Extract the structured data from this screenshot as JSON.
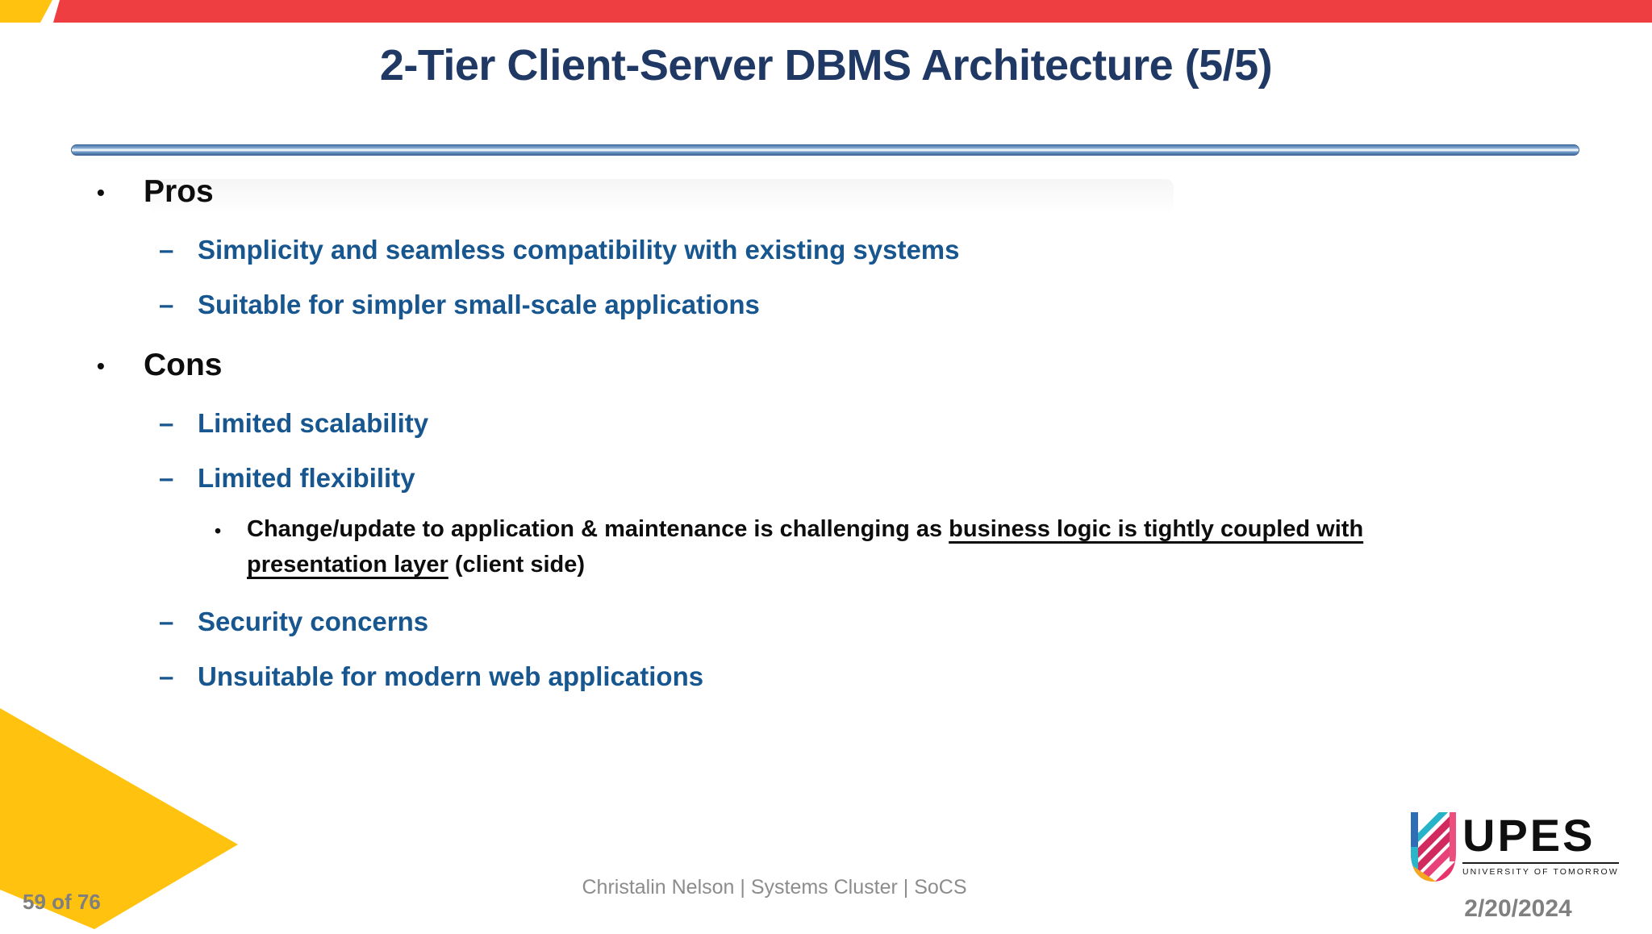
{
  "slide": {
    "title": "2-Tier Client-Server DBMS Architecture (5/5)"
  },
  "content": {
    "items": [
      {
        "level": 1,
        "marker": "•",
        "text": "Pros"
      },
      {
        "level": 2,
        "marker": "–",
        "text": "Simplicity and seamless compatibility with existing systems"
      },
      {
        "level": 2,
        "marker": "–",
        "text": "Suitable for simpler small-scale applications"
      },
      {
        "level": 1,
        "marker": "•",
        "text": "Cons"
      },
      {
        "level": 2,
        "marker": "–",
        "text": "Limited scalability"
      },
      {
        "level": 2,
        "marker": "–",
        "text": "Limited flexibility"
      },
      {
        "level": 3,
        "marker": "•",
        "segments": [
          {
            "text": "Change/update to application & maintenance is challenging as ",
            "underline": false
          },
          {
            "text": "business logic is tightly coupled with presentation layer",
            "underline": true
          },
          {
            "text": " (client side)",
            "underline": false
          }
        ]
      },
      {
        "level": 2,
        "marker": "–",
        "text": "Security concerns"
      },
      {
        "level": 2,
        "marker": "–",
        "text": "Unsuitable for modern web applications"
      }
    ]
  },
  "footer": {
    "page_indicator": "59 of 76",
    "credit": "Christalin Nelson | Systems Cluster | SoCS",
    "date": "2/20/2024"
  },
  "logo": {
    "wordmark": "UPES",
    "tagline": "UNIVERSITY OF TOMORROW"
  },
  "colors": {
    "accent_red": "#EE3E42",
    "accent_yellow": "#FFC20E",
    "title_navy": "#1F3864",
    "bullet_blue": "#17568F",
    "separator_blue": "#4E7CB0",
    "footer_gray": "#808080"
  }
}
